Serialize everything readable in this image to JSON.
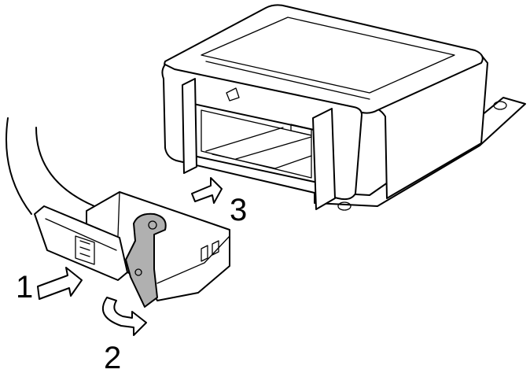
{
  "diagram": {
    "step_labels": [
      "1",
      "2",
      "3"
    ],
    "colors": {
      "line": "#000000",
      "background": "#ffffff",
      "lever_fill": "#b0b0b0",
      "arrow_fill": "#ffffff"
    }
  }
}
